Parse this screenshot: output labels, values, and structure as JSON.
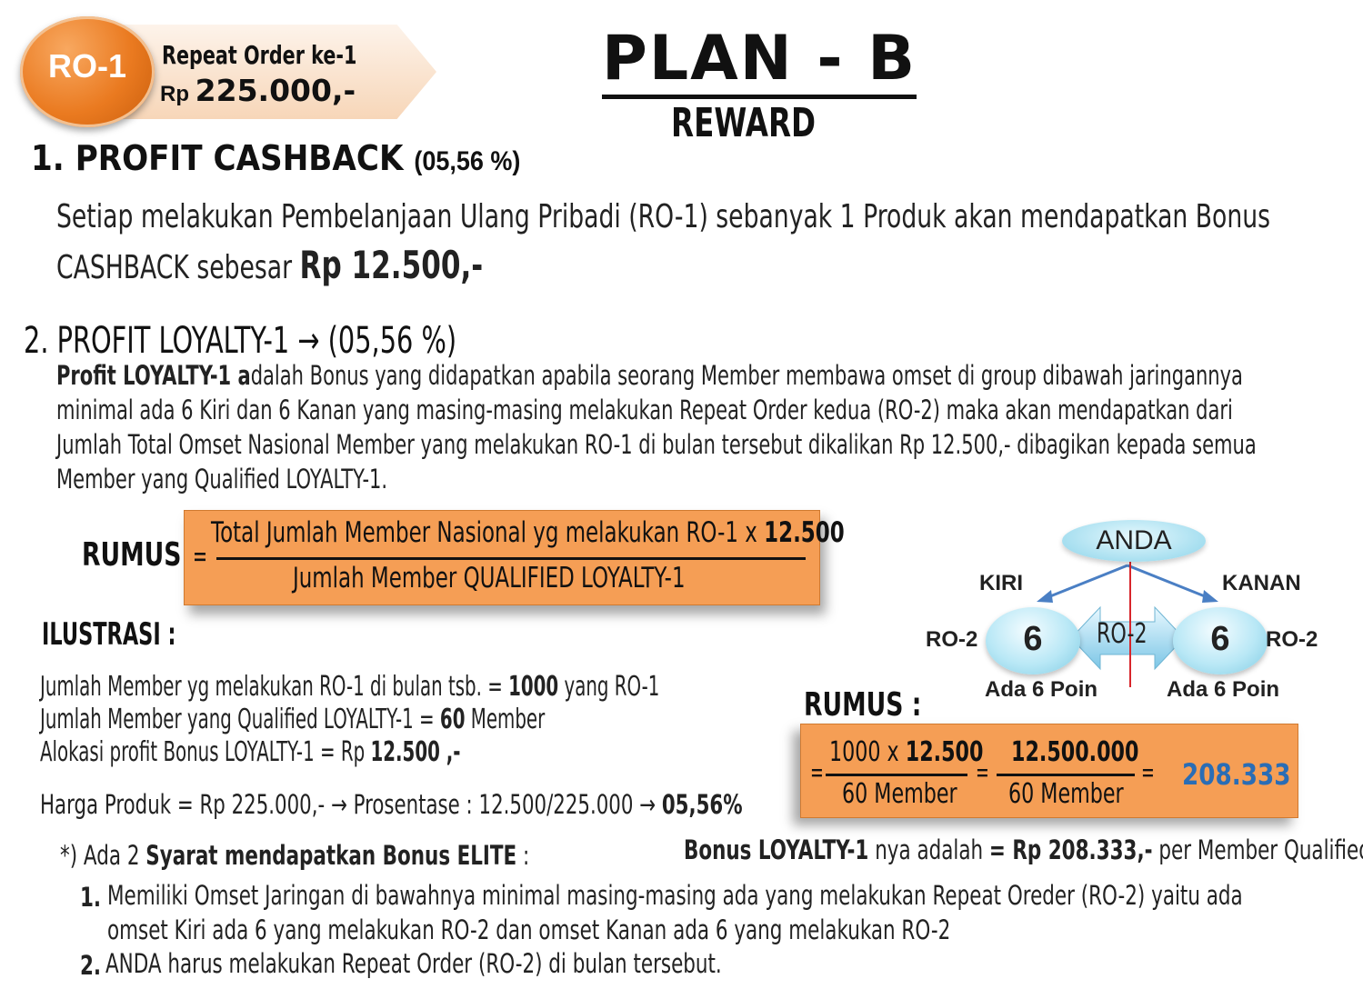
{
  "badge": {
    "code": "RO-1",
    "line1": "Repeat Order ke-1",
    "currency": "Rp",
    "price": "225.000,-"
  },
  "header": {
    "title": "PLAN - B",
    "subtitle": "REWARD"
  },
  "section1": {
    "heading": "1. PROFIT CASHBACK",
    "percent": "(05,56 %)",
    "line1": "Setiap melakukan Pembelanjaan Ulang Pribadi (RO-1) sebanyak 1 Produk akan mendapatkan Bonus",
    "line2_prefix": "CASHBACK sebesar",
    "amount": "Rp 12.500,-"
  },
  "section2": {
    "heading": "2. PROFIT LOYALTY-1 → (05,56 %)",
    "para_bold": "Profit LOYALTY-1 a",
    "para_line1_rest": "dalah Bonus yang didapatkan apabila seorang Member membawa omset di group dibawah jaringannya",
    "para_line2": "minimal ada 6 Kiri dan 6 Kanan yang masing-masing melakukan Repeat Order kedua (RO-2) maka akan mendapatkan dari",
    "para_line3": "Jumlah Total Omset Nasional Member yang melakukan RO-1 di bulan tersebut dikalikan Rp 12.500,- dibagikan kepada semua",
    "para_line4": "Member yang Qualified LOYALTY-1."
  },
  "formula1": {
    "label": "RUMUS :",
    "equals": "=",
    "numerator": "Total Jumlah Member Nasional yg melakukan RO-1  x ",
    "numerator_bold": "12.500",
    "denominator": "Jumlah Member QUALIFIED LOYALTY-1"
  },
  "ilustrasi": {
    "heading": "ILUSTRASI :",
    "row1_label": "Jumlah  Member  yg melakukan  RO-1 di bulan tsb. = ",
    "row1_value": "1000",
    "row1_unit": "  yang RO-1",
    "row2_label": "Jumlah  Member yang Qualified  LOYALTY-1            =  ",
    "row2_value": "60",
    "row2_unit": " Member",
    "row3_label": "Alokasi  profit  Bonus  LOYALTY-1                              = Rp ",
    "row3_value": "12.500",
    "row3_unit": " ,-",
    "harga_text": "Harga Produk = Rp 225.000,-   → Prosentase : 12.500/225.000 → ",
    "harga_result": "05,56%"
  },
  "diagram": {
    "top": "ANDA",
    "left_label": "KIRI",
    "right_label": "KANAN",
    "left_value": "6",
    "right_value": "6",
    "left_ro": "RO-2",
    "right_ro": "RO-2",
    "center_ro": "RO-2",
    "left_poin": "Ada 6 Poin",
    "right_poin": "Ada 6 Poin"
  },
  "formula2": {
    "label": "RUMUS :",
    "equals": "=",
    "num1_prefix": "1000 x ",
    "num1_bold": "12.500",
    "den1": "60 Member",
    "num2": "12.500.000",
    "den2": "60 Member",
    "result": "208.333"
  },
  "bonus": {
    "bold1": "Bonus LOYALTY-1",
    "mid": " nya adalah ",
    "bold2": "= Rp 208.333,-",
    "end": " per Member Qualified"
  },
  "syarat": {
    "head_prefix": "*) Ada 2 ",
    "head_bold": "Syarat mendapatkan Bonus ELITE",
    "head_suffix": " :",
    "item1_num": "1.",
    "item1_line1": "Memiliki Omset Jaringan di bawahnya minimal masing-masing ada yang melakukan Repeat Oreder (RO-2) yaitu ada",
    "item1_line2": "omset Kiri ada 6 yang melakukan RO-2 dan omset Kanan ada 6 yang melakukan RO-2",
    "item2_num": "2.",
    "item2_line1": "ANDA harus melakukan Repeat Order (RO-2) di bulan tersebut."
  }
}
